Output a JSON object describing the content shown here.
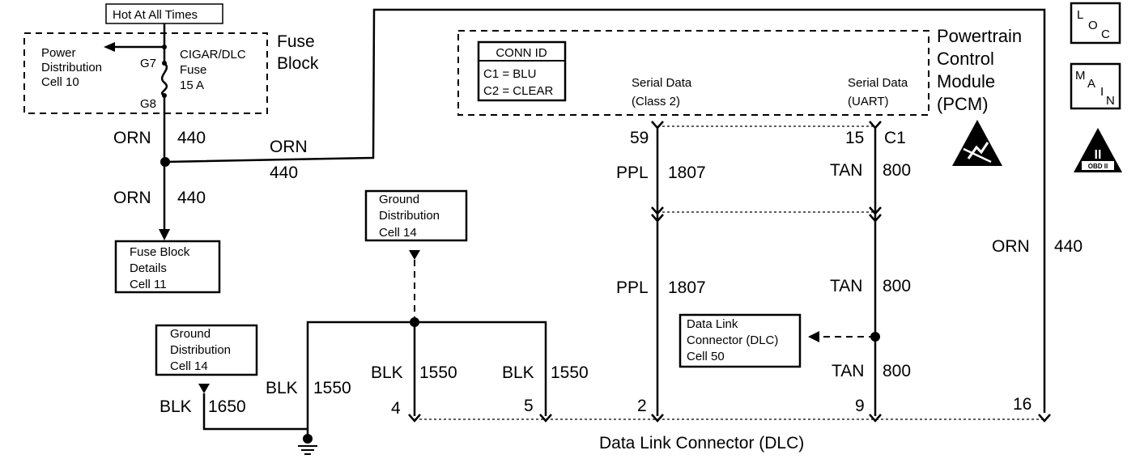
{
  "hot_label": "Hot At All Times",
  "fuse_block": {
    "title_lines": [
      "Fuse",
      "Block"
    ],
    "power_dist_lines": [
      "Power",
      "Distribution",
      "Cell 10"
    ],
    "fuse_lines": [
      "CIGAR/DLC",
      "Fuse",
      "15 A"
    ],
    "pin_top": "G7",
    "pin_bottom": "G8"
  },
  "fuse_details_lines": [
    "Fuse Block",
    "Details",
    "Cell 11"
  ],
  "ground_dist_top_lines": [
    "Ground",
    "Distribution",
    "Cell 14"
  ],
  "ground_dist_left_lines": [
    "Ground",
    "Distribution",
    "Cell 14"
  ],
  "pcm": {
    "title_lines": [
      "Powertrain",
      "Control",
      "Module",
      "(PCM)"
    ],
    "conn_id_title": "CONN ID",
    "conn_id_lines": [
      "C1 = BLU",
      "C2 = CLEAR"
    ],
    "serial_class2_lines": [
      "Serial Data",
      "(Class 2)"
    ],
    "serial_uart_lines": [
      "Serial Data",
      "(UART)"
    ],
    "pin_59": "59",
    "pin_15": "15",
    "conn_c1": "C1"
  },
  "dlc_ref_lines": [
    "Data Link",
    "Connector (DLC)",
    "Cell 50"
  ],
  "dlc_title": "Data Link Connector (DLC)",
  "dlc_pins": [
    "4",
    "5",
    "2",
    "9",
    "16"
  ],
  "wire_labels": {
    "orn": "ORN",
    "circuit_440": "440",
    "ppl": "PPL",
    "circuit_1807": "1807",
    "tan": "TAN",
    "circuit_800": "800",
    "blk": "BLK",
    "circuit_1550": "1550",
    "circuit_1650": "1650"
  },
  "icons": {
    "loc_letters": [
      "L",
      "O",
      "C"
    ],
    "main_letters": [
      "M",
      "A",
      "I",
      "N"
    ],
    "obd_roman": "II",
    "obd_text": "OBD II",
    "esd": "esd-sensitive-icon"
  }
}
